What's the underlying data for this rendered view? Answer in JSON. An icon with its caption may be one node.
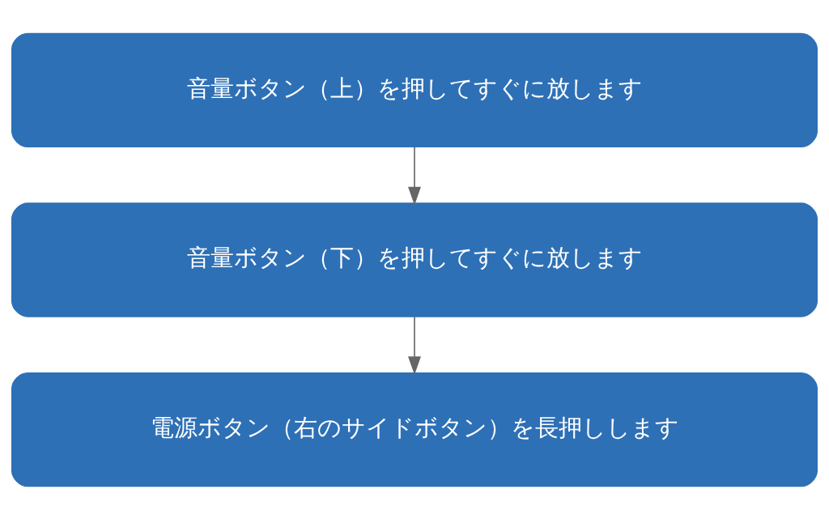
{
  "diagram": {
    "nodes": [
      {
        "text": [
          "音量ボタン（上）を押してすぐに放します"
        ]
      },
      {
        "text": [
          "音量ボタン（下）を押してすぐに放します"
        ]
      },
      {
        "text": [
          "電源ボタン（右のサイドボタン）を長押しします"
        ]
      }
    ],
    "edges": [
      {
        "from": 0,
        "to": 1,
        "arrow": "to"
      },
      {
        "from": 1,
        "to": 2,
        "arrow": "to"
      }
    ]
  }
}
